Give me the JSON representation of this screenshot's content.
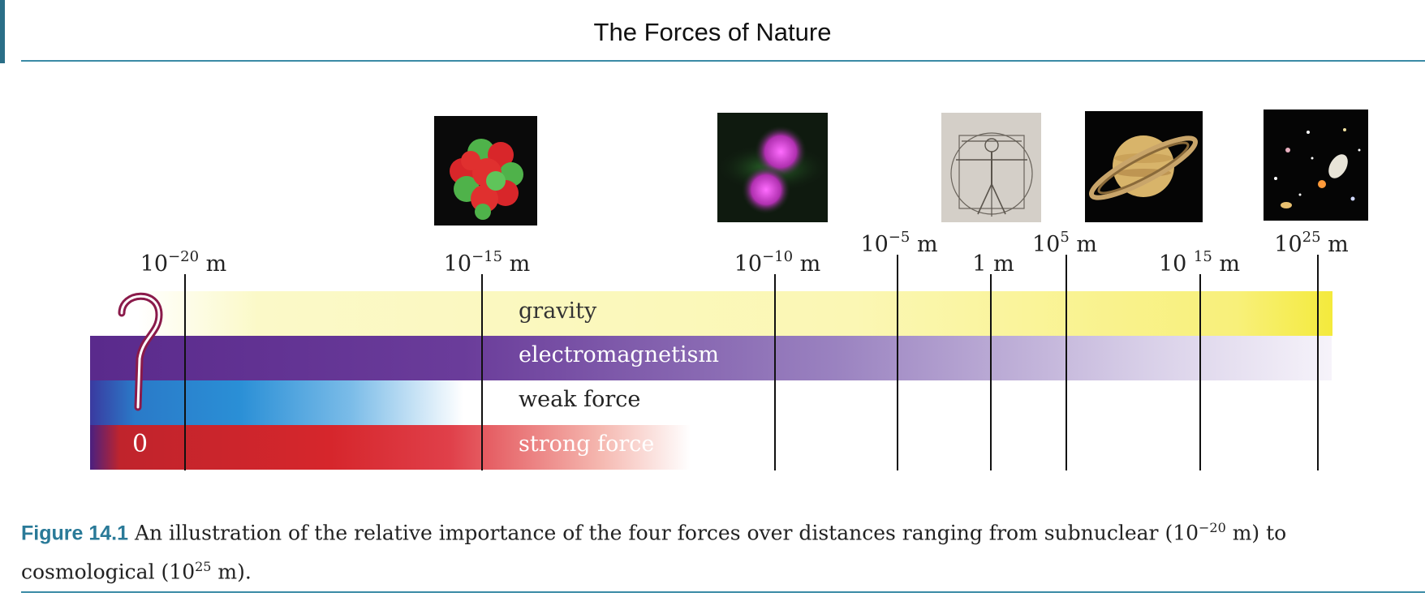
{
  "title": "The Forces of Nature",
  "scale": {
    "ticks": [
      {
        "base": "10",
        "exp": "−20",
        "unit": "m"
      },
      {
        "base": "10",
        "exp": "−15",
        "unit": "m"
      },
      {
        "base": "10",
        "exp": "−10",
        "unit": "m"
      },
      {
        "base": "10",
        "exp": "−5",
        "unit": "m"
      },
      {
        "base": "1",
        "exp": "",
        "unit": "m"
      },
      {
        "base": "10",
        "exp": "5",
        "unit": "m"
      },
      {
        "base": "10 ",
        "exp": "15",
        "unit": "m"
      },
      {
        "base": "10",
        "exp": "25",
        "unit": "m"
      }
    ]
  },
  "forces": {
    "gravity": "gravity",
    "electromagnetism": "electromagnetism",
    "weak": "weak force",
    "strong": "strong force"
  },
  "unknown_symbol": "?",
  "zero_symbol": "0",
  "colors": {
    "gravity": "#f6f04a",
    "electromagnetism": "#5a2a8c",
    "weak": "#2a8fd6",
    "strong": "#d6262c",
    "accent": "#2a7a98"
  },
  "caption": {
    "figure": "Figure 14.1",
    "text1": "An illustration of the relative importance of the four forces over distances ranging from subnuclear (10",
    "exp1": "−20",
    "text2": " m) to cosmological (10",
    "exp2": "25",
    "text3": " m)."
  }
}
